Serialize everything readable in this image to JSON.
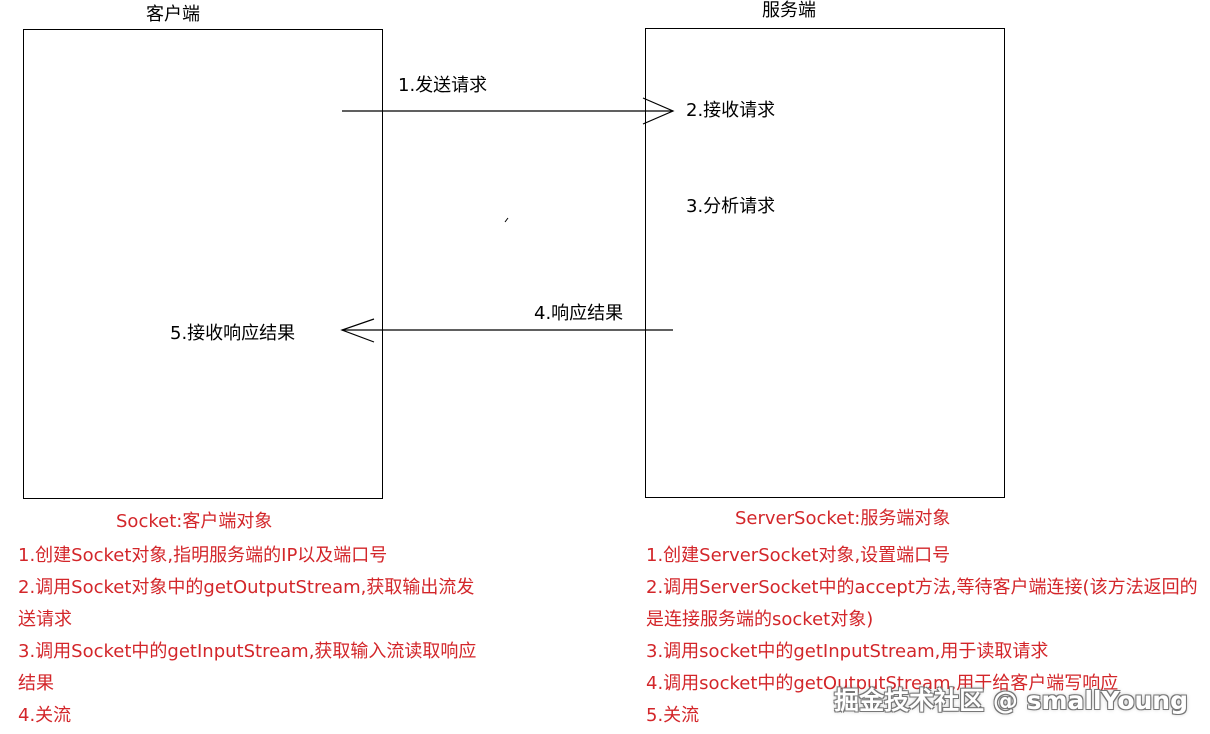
{
  "labels": {
    "client": "客户端",
    "server": "服务端"
  },
  "steps": {
    "send_request": "1.发送请求",
    "receive_request": "2.接收请求",
    "analyze_request": "3.分析请求",
    "respond_result": "4.响应结果",
    "receive_response": "5.接收响应结果"
  },
  "client_notes": {
    "title": "Socket:客户端对象",
    "items": [
      "1.创建Socket对象,指明服务端的IP以及端口号",
      "2.调用Socket对象中的getOutputStream,获取输出流发送请求",
      "3.调用Socket中的getInputStream,获取输入流读取响应结果",
      "4.关流"
    ]
  },
  "server_notes": {
    "title": "ServerSocket:服务端对象",
    "items": [
      "1.创建ServerSocket对象,设置端口号",
      "2.调用ServerSocket中的accept方法,等待客户端连接(该方法返回的是连接服务端的socket对象)",
      "3.调用socket中的getInputStream,用于读取请求",
      "4.调用socket中的getOutputStream,用于给客户端写响应",
      "5.关流"
    ]
  },
  "watermark": "掘金技术社区 @ smallYoung",
  "colors": {
    "text": "#000000",
    "note": "#d3262a",
    "line": "#000000",
    "watermark": "#ffffff"
  }
}
